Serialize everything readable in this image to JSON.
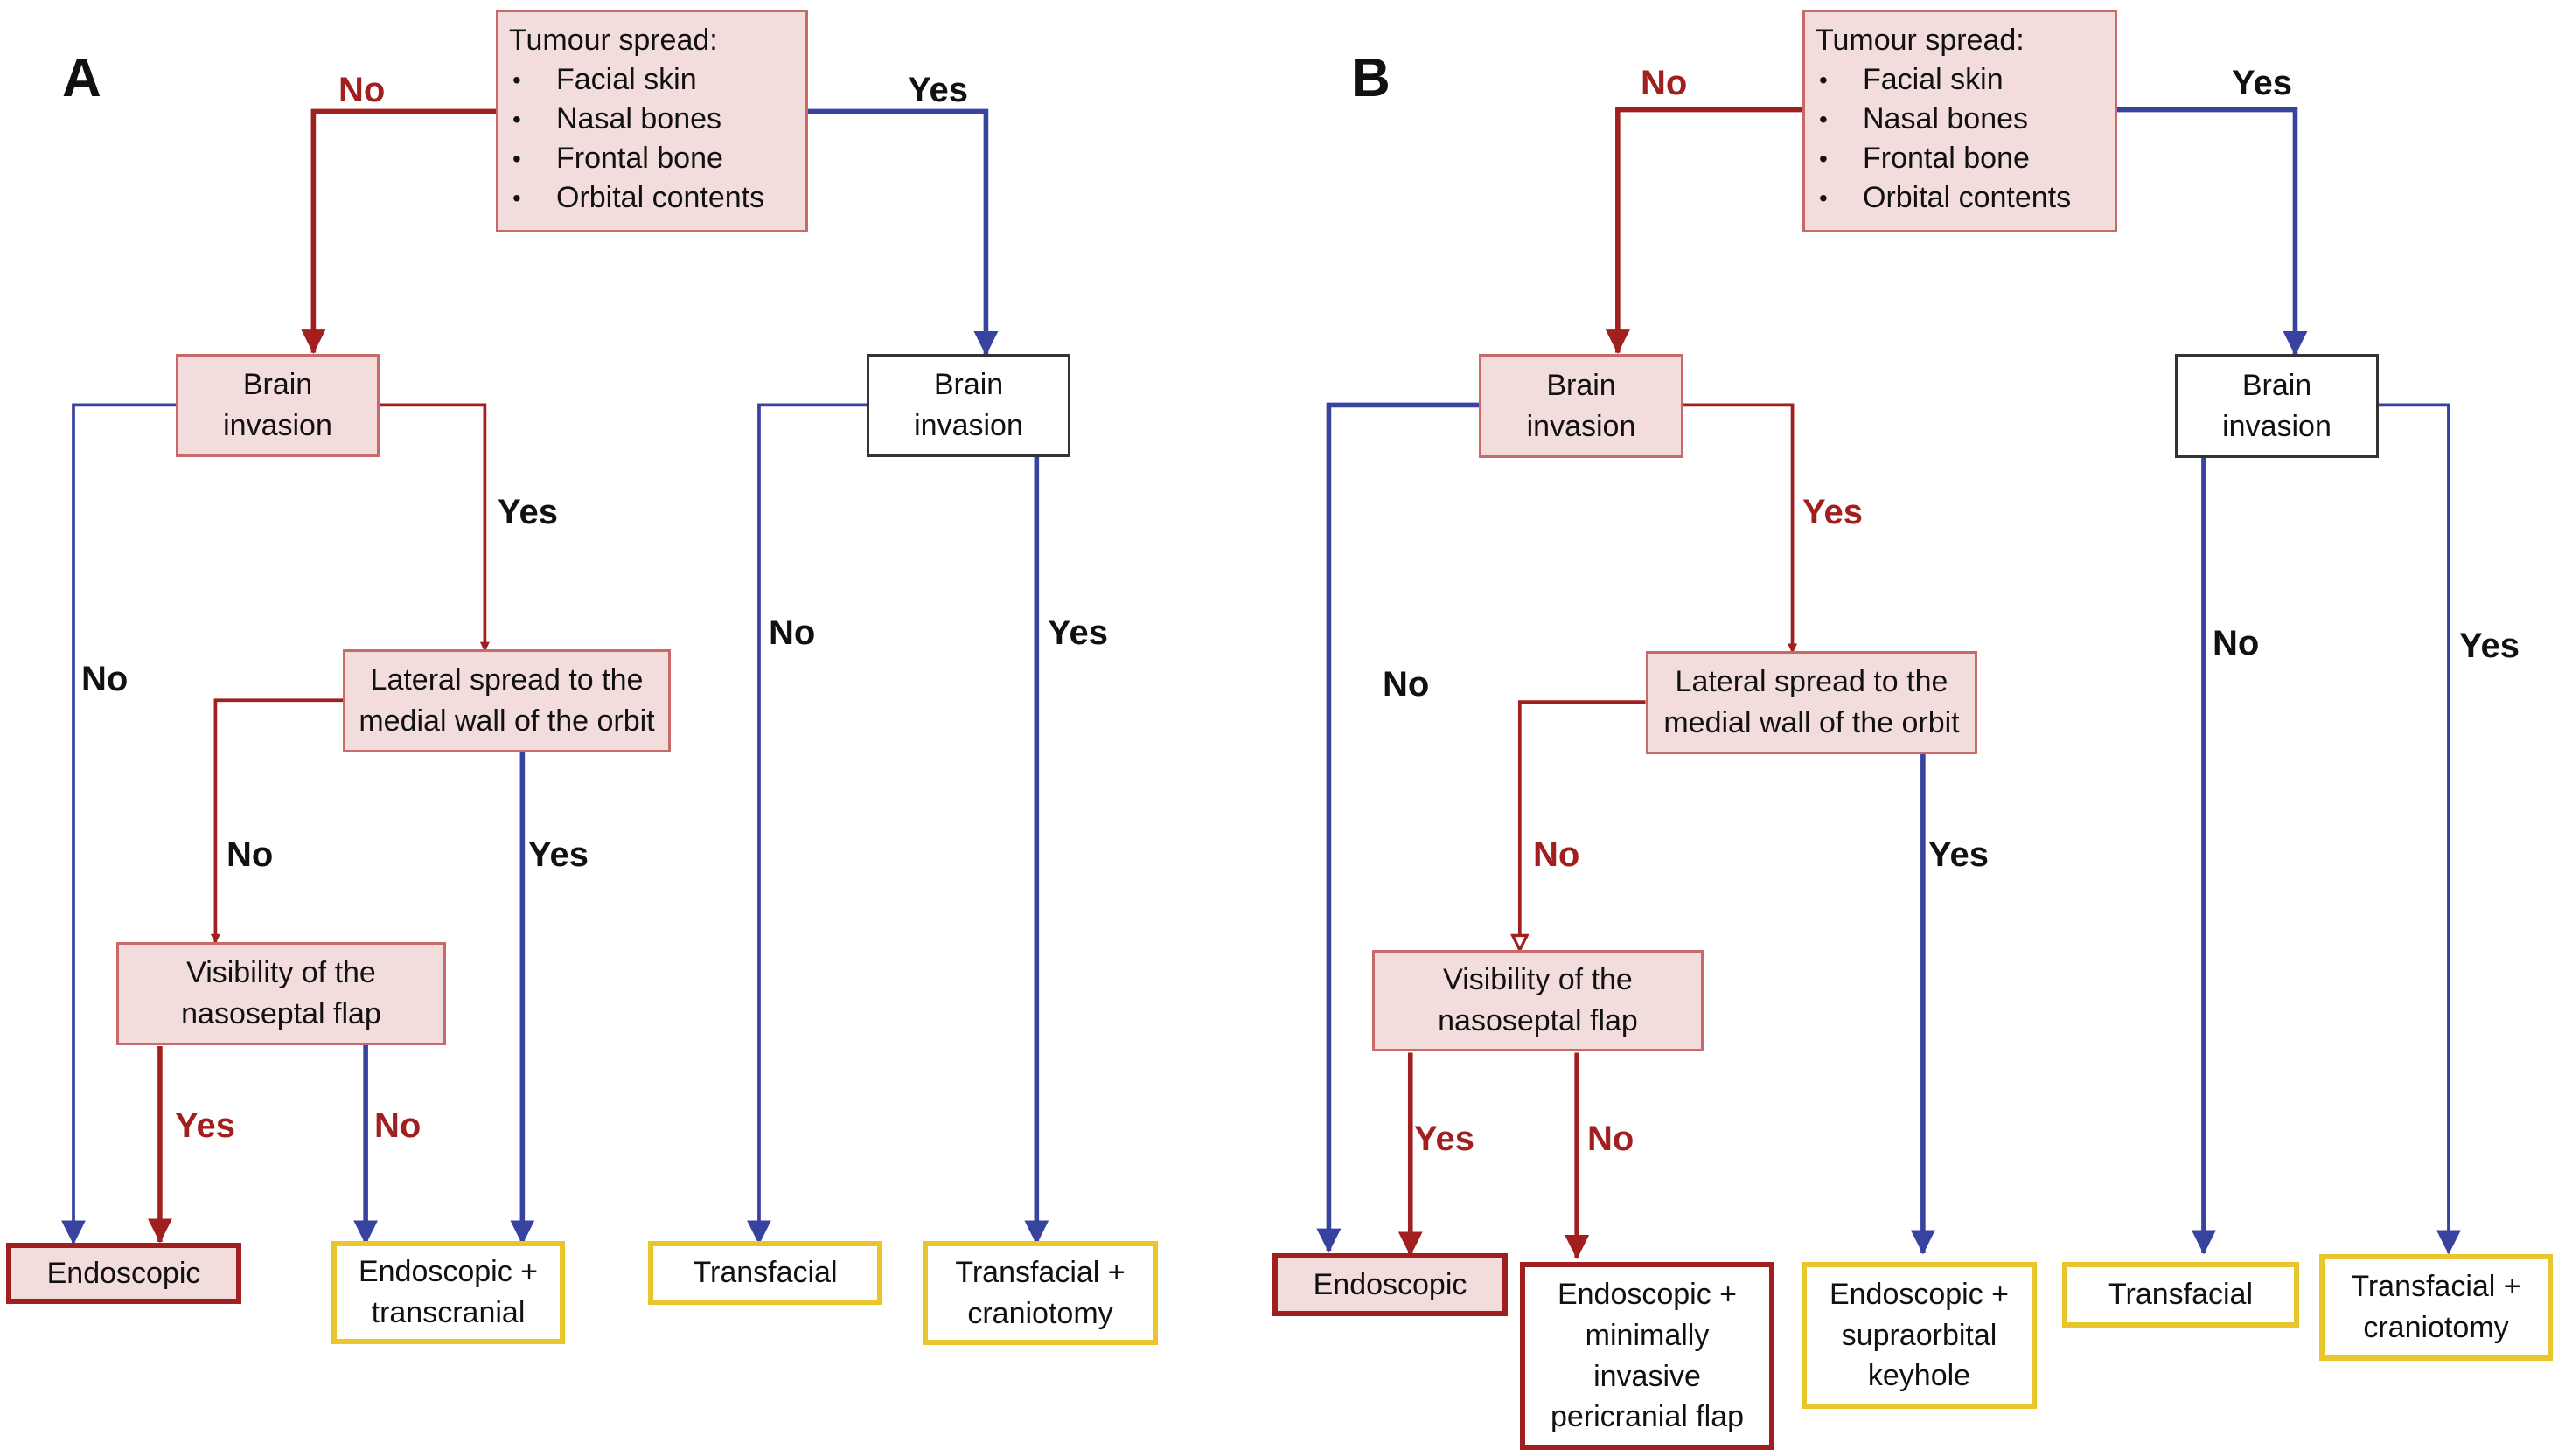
{
  "panels": {
    "a": {
      "letter": "A",
      "spread": {
        "title": "Tumour spread:",
        "items": [
          "Facial skin",
          "Nasal bones",
          "Frontal bone",
          "Orbital contents"
        ]
      },
      "brain_invasion_left": "Brain invasion",
      "brain_invasion_right": "Brain invasion",
      "lateral_spread": "Lateral spread to the medial wall of the orbit",
      "visibility": "Visibility of the nasoseptal flap",
      "outcomes": {
        "endoscopic": "Endoscopic",
        "endoscopic_transcranial": "Endoscopic + transcranial",
        "transfacial": "Transfacial",
        "transfacial_craniotomy": "Transfacial + craniotomy"
      },
      "labels": {
        "spread_no": "No",
        "spread_yes": "Yes",
        "brain_left_no": "No",
        "brain_left_yes": "Yes",
        "lateral_no": "No",
        "lateral_yes": "Yes",
        "flap_yes": "Yes",
        "flap_no": "No",
        "brain_right_no": "No",
        "brain_right_yes": "Yes"
      }
    },
    "b": {
      "letter": "B",
      "spread": {
        "title": "Tumour spread:",
        "items": [
          "Facial skin",
          "Nasal bones",
          "Frontal bone",
          "Orbital contents"
        ]
      },
      "brain_invasion_left": "Brain invasion",
      "brain_invasion_right": "Brain invasion",
      "lateral_spread": "Lateral spread to the medial wall of the orbit",
      "visibility": "Visibility of the nasoseptal flap",
      "outcomes": {
        "endoscopic": "Endoscopic",
        "endoscopic_pericranial": "Endoscopic + minimally invasive pericranial flap",
        "endoscopic_keyhole": "Endoscopic + supraorbital keyhole",
        "transfacial": "Transfacial",
        "transfacial_craniotomy": "Transfacial + craniotomy"
      },
      "labels": {
        "spread_no": "No",
        "spread_yes": "Yes",
        "brain_left_no": "No",
        "brain_left_yes": "Yes",
        "lateral_no": "No",
        "lateral_yes": "Yes",
        "flap_yes": "Yes",
        "flap_no": "No",
        "brain_right_no": "No",
        "brain_right_yes": "Yes"
      }
    }
  },
  "colors": {
    "red_branch": "#a11f1f",
    "blue_branch": "#3843a0",
    "question_fill": "#f3dcdc",
    "question_border": "#c86a6a",
    "outcome_border": "#e9c62c"
  }
}
